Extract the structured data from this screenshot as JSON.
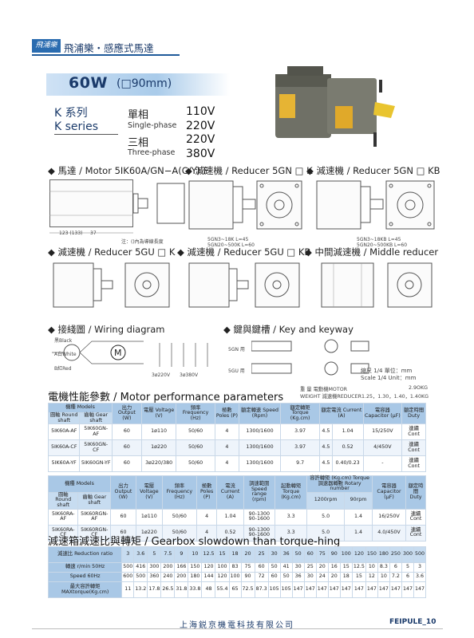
{
  "header": {
    "logo": "飛浦樂",
    "title": "飛浦樂・感應式馬達"
  },
  "title": {
    "main": "60W",
    "sub": "(□90mm)"
  },
  "series": {
    "zh": "K 系列",
    "en": "K series"
  },
  "phases": [
    {
      "zh": "單相",
      "en": "Single-phase",
      "volts": [
        "110V",
        "220V"
      ]
    },
    {
      "zh": "三相",
      "en": "Three-phase",
      "volts": [
        "220V",
        "380V"
      ]
    }
  ],
  "labels": {
    "motor": "◆ 馬達 / Motor 5IK60A/GN−A(C/Y) F",
    "reducer1": "◆ 減速機 / Reducer 5GN □ K",
    "reducer2": "◆ 減速機 / Reducer 5GN □ KB",
    "reducer3": "◆ 減速機 / Reducer 5GU □ K",
    "reducer4": "◆ 減速機 / Reducer 5GU □ KB",
    "reducer5": "◆ 中間減速機 / Middle reducer",
    "wiring": "◆ 接綫圖 / Wiring diagram",
    "keyway": "◆ 鍵與鍵槽 / Key and keyway"
  },
  "notes": {
    "n1": "5GN3~18K L=45\n5GN20~500K L=60",
    "n2": "5GN3~18KB L=45\n5GN20~500KB L=60",
    "motor_note": "注：()內為導線長度"
  },
  "wiring": {
    "black": "黑Black",
    "white": "A白White",
    "red": "B紅Red",
    "v1": "3ø220V",
    "v2": "3ø380V"
  },
  "keyway": {
    "gn": "5GN 用",
    "gu": "5GU 用"
  },
  "scale": {
    "zh": "縮尺 1/4  單位：mm",
    "en": "Scale 1/4  Unit：mm"
  },
  "weight": {
    "line1": "重 量 電動機MOTOR",
    "line1v": "2.9OKG",
    "line2": "WEIGHT 減速機REDUCER1.25，1.30，1.40，1.40KG"
  },
  "perf_title": "電機性能參數 / Motor performance parameters",
  "perf_header": [
    "機種 Models",
    "出力 Output (W)",
    "電壓 Voltage (V)",
    "頻率 Frequency (Hz)",
    "極數 Poles (P)",
    "額定轉速 Speed (Rpm)",
    "額定轉矩 Torque (Kg.cm)",
    "額定電流 Current (A)",
    "電容器 Capacitor (μF)",
    "額定時間 Duty"
  ],
  "perf_sub": [
    "圓軸 Round shaft",
    "齒軸 Gear shaft"
  ],
  "perf_rows": [
    [
      "5IK60A-AF",
      "5IK60GN-AF",
      "60",
      "1ø110",
      "50/60",
      "4",
      "1300/1600",
      "3.97",
      "4.5",
      "1.04",
      "15/250V",
      "連續 Cont"
    ],
    [
      "5IK60A-CF",
      "5IK60GN-CF",
      "60",
      "1ø220",
      "50/60",
      "4",
      "1300/1600",
      "3.97",
      "4.5",
      "0.52",
      "4/450V",
      "連續 Cont"
    ],
    [
      "5IK60A-YF",
      "5IK60GN-YF",
      "60",
      "3ø220/380",
      "50/60",
      "4",
      "1300/1600",
      "9.7",
      "4.5",
      "0.40/0.23",
      "-",
      "連續 Cont"
    ]
  ],
  "speed_header": [
    "機種 Models",
    "出力 Output (W)",
    "電壓 Voltage (V)",
    "頻率 Frequency (Hz)",
    "極數 Poles (P)",
    "電流 Current (A)",
    "調速範圍 Speed range (rpm)",
    "起動轉矩 Torque (Kg.cm)",
    "容許轉矩 (Kg.cm) Torque 調速器轉數 Rotary number",
    "電容器 Capacitor (μF)",
    "額定時間 Duty"
  ],
  "speed_sub": [
    "圓軸 Round shaft",
    "齒軸 Gear shaft",
    "1200rpm",
    "90rpm"
  ],
  "speed_rows": [
    [
      "5IK60RA-AF",
      "5IK60RGN-AF",
      "60",
      "1ø110",
      "50/60",
      "4",
      "1.04",
      "90-1300 90-1600",
      "3.3",
      "5.0",
      "1.4",
      "16/250V",
      "連續 Cont"
    ],
    [
      "5IK60RA-CF",
      "5IK60RGN-CF",
      "60",
      "1ø220",
      "50/60",
      "4",
      "0.52",
      "90-1300 90-1600",
      "3.3",
      "5.0",
      "1.4",
      "4.0/450V",
      "連續 Cont"
    ]
  ],
  "gear_title": "減速箱減速比與轉矩 / Gearbox slowdown than torque-hing",
  "gear": {
    "h_ratio": "減速比 Reduction ratio",
    "ratios": [
      "3",
      "3.6",
      "5",
      "7.5",
      "9",
      "10",
      "12.5",
      "15",
      "18",
      "20",
      "25",
      "30",
      "36",
      "50",
      "60",
      "75",
      "90",
      "100",
      "120",
      "150",
      "180",
      "250",
      "300",
      "500"
    ],
    "h_speed": "轉速 r/min 50Hz",
    "speed50": [
      "500",
      "416",
      "300",
      "200",
      "166",
      "150",
      "120",
      "100",
      "83",
      "75",
      "60",
      "50",
      "41",
      "30",
      "25",
      "20",
      "16",
      "15",
      "12.5",
      "10",
      "8.3",
      "6",
      "5",
      "3"
    ],
    "h_speed60": "Speed 60Hz",
    "speed60": [
      "600",
      "500",
      "360",
      "240",
      "200",
      "180",
      "144",
      "120",
      "100",
      "90",
      "72",
      "60",
      "50",
      "36",
      "30",
      "24",
      "20",
      "18",
      "15",
      "12",
      "10",
      "7.2",
      "6",
      "3.6"
    ],
    "h_torque": "最大容許轉矩 MAXtorque(Kg.cm)",
    "torque": [
      "11",
      "13.2",
      "17.8",
      "26.5",
      "31.8",
      "33.8",
      "48",
      "55.4",
      "65",
      "72.5",
      "87.3",
      "105",
      "105",
      "147",
      "147",
      "147",
      "147",
      "147",
      "147",
      "147",
      "147",
      "147",
      "147",
      "147"
    ]
  },
  "footer": {
    "company": "上海鋭京機電科技有限公司",
    "brand": "FEIPULE_10"
  }
}
